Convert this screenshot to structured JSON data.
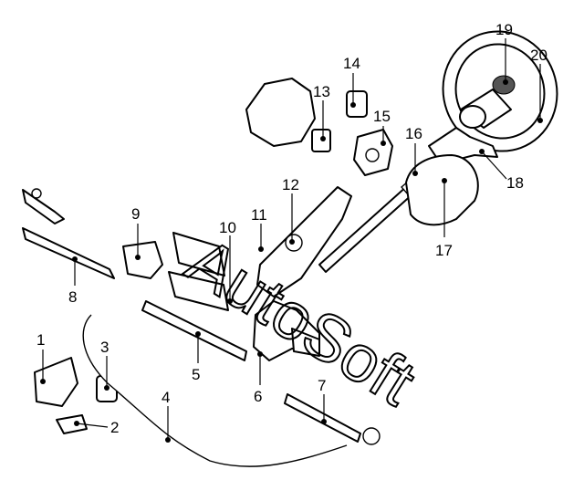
{
  "watermark": "AutoSoft",
  "callouts": [
    "1",
    "2",
    "3",
    "4",
    "5",
    "6",
    "7",
    "8",
    "9",
    "10",
    "11",
    "12",
    "13",
    "14",
    "15",
    "16",
    "17",
    "18",
    "19",
    "20"
  ]
}
